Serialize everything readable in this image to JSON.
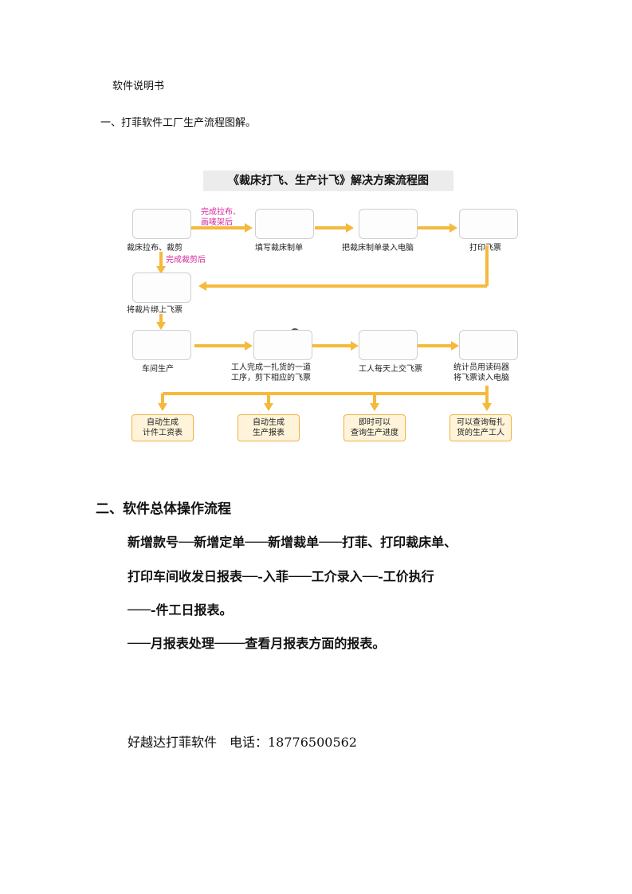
{
  "doc_title": "软件说明书",
  "section1": "一、打菲软件工厂生产流程图解。",
  "flow": {
    "title": "《裁床打飞、生产计飞》解决方案流程图",
    "n1": "裁床拉布、裁剪",
    "n2": "填写裁床制单",
    "n3": "把裁床制单录入电脑",
    "n4": "打印飞票",
    "n5": "将裁片绑上飞票",
    "n6": "车间生产",
    "n7a": "工人完成一扎货的一道",
    "n7b": "工序，剪下相应的飞票",
    "n8": "工人每天上交飞票",
    "n9a": "统计员用读码器",
    "n9b": "将飞票读入电脑",
    "a1a": "完成拉布、",
    "a1b": "画唛架后",
    "a2": "完成裁剪后",
    "o1a": "自动生成",
    "o1b": "计件工资表",
    "o2a": "自动生成",
    "o2b": "生产报表",
    "o3a": "即时可以",
    "o3b": "查询生产进度",
    "o4a": "可以查询每扎",
    "o4b": "货的生产工人"
  },
  "section2": "二、软件总体操作流程",
  "lines": [
    "新增款号──新增定单───新增裁单───打菲、打印裁床单、",
    "打印车间收发日报表──-入菲───工介录入──-工价执行",
    "───-件工日报表。",
    "───月报表处理────查看月报表方面的报表。"
  ],
  "footer": "好越达打菲软件　电话：18776500562",
  "colors": {
    "arrow": "#f5b93c",
    "annotation": "#d42c9c",
    "outbox_bg": "#fff4da"
  }
}
